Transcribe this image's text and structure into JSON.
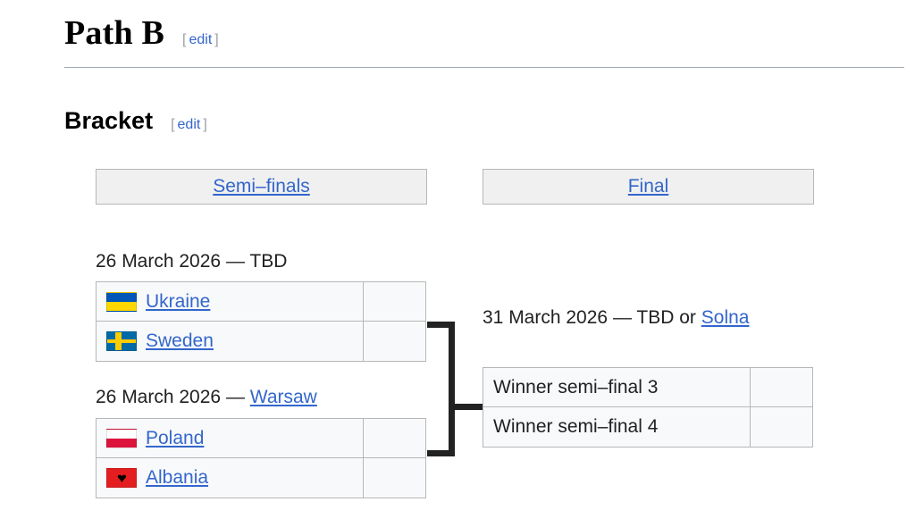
{
  "page": {
    "section_heading": "Path B",
    "subsection_heading": "Bracket",
    "edit_open_bracket": "[",
    "edit_label": "edit",
    "edit_close_bracket": "]"
  },
  "bracket": {
    "rounds": [
      {
        "name": "semi-finals",
        "label": "Semi–finals"
      },
      {
        "name": "final",
        "label": "Final"
      }
    ],
    "matches": [
      {
        "id": "semi-final-3",
        "date": "26 March 2026",
        "separator": "—",
        "venue": "TBD",
        "venue_is_link": false,
        "home": {
          "team": "Ukraine",
          "flag": "ua",
          "score": ""
        },
        "away": {
          "team": "Sweden",
          "flag": "se",
          "score": ""
        }
      },
      {
        "id": "semi-final-4",
        "date": "26 March 2026",
        "separator": "—",
        "venue": "Warsaw",
        "venue_is_link": true,
        "home": {
          "team": "Poland",
          "flag": "pl",
          "score": ""
        },
        "away": {
          "team": "Albania",
          "flag": "al",
          "score": ""
        }
      },
      {
        "id": "final",
        "date": "31 March 2026",
        "separator": "—",
        "venue_prefix": "TBD or",
        "venue": "Solna",
        "venue_is_link": true,
        "home": {
          "team": "Winner semi–final 3",
          "flag": "none",
          "score": ""
        },
        "away": {
          "team": "Winner semi–final 4",
          "flag": "none",
          "score": ""
        }
      }
    ]
  },
  "colors": {
    "link": "#3366cc",
    "text": "#202122",
    "header_bg": "#f0f0f0",
    "cell_bg": "#f8f9fa",
    "border": "#b7b7b7",
    "rule": "#a2a9b1",
    "connector": "#222222"
  }
}
